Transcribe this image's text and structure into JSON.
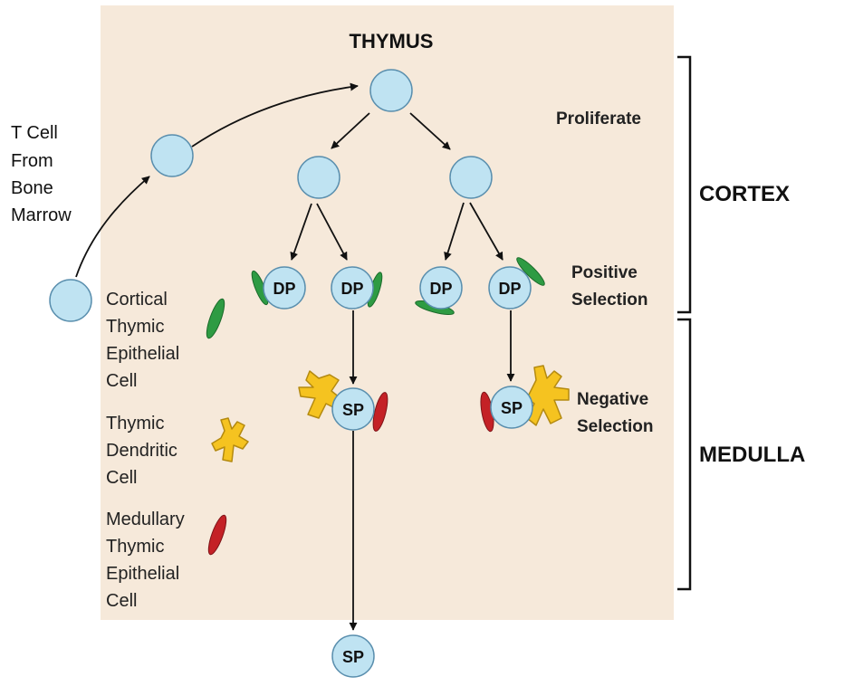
{
  "title": "THYMUS",
  "side_note": [
    "T Cell",
    "From",
    "Bone",
    "Marrow"
  ],
  "stage_labels": {
    "proliferate": "Proliferate",
    "positive": [
      "Positive",
      "Selection"
    ],
    "negative": [
      "Negative",
      "Selection"
    ]
  },
  "regions": {
    "cortex": "CORTEX",
    "medulla": "MEDULLA"
  },
  "cell_labels": {
    "dp": "DP",
    "sp": "SP"
  },
  "legend": {
    "cortical": [
      "Cortical",
      "Thymic",
      "Epithelial",
      "Cell"
    ],
    "dendritic": [
      "Thymic",
      "Dendritic",
      "Cell"
    ],
    "medullary": [
      "Medullary",
      "Thymic",
      "Epithelial",
      "Cell"
    ]
  },
  "colors": {
    "panel": "#f6e9da",
    "cell_fill": "#bfe3f2",
    "cell_stroke": "#5a8fae",
    "cortical_epithelial": "#2e9b43",
    "dendritic": "#f5c320",
    "medullary_epithelial": "#c42126"
  }
}
